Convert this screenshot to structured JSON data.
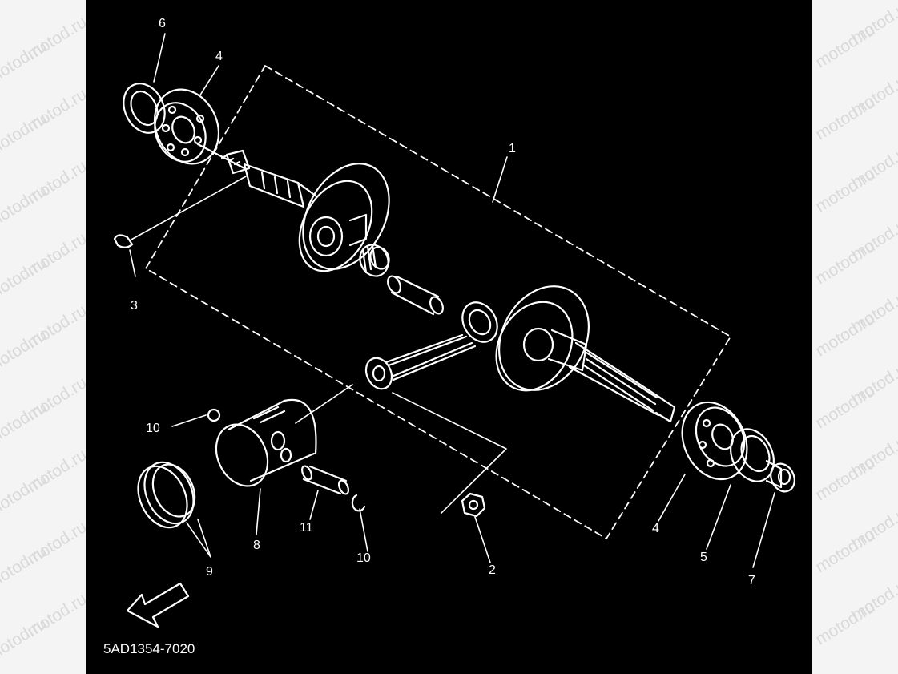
{
  "watermark": "motod.ru",
  "diagram": {
    "callouts": [
      {
        "id": "c6",
        "label": "6"
      },
      {
        "id": "c4a",
        "label": "4"
      },
      {
        "id": "c1",
        "label": "1"
      },
      {
        "id": "c3",
        "label": "3"
      },
      {
        "id": "c10a",
        "label": "10"
      },
      {
        "id": "c8",
        "label": "8"
      },
      {
        "id": "c11",
        "label": "11"
      },
      {
        "id": "c10b",
        "label": "10"
      },
      {
        "id": "c9",
        "label": "9"
      },
      {
        "id": "c2",
        "label": "2"
      },
      {
        "id": "c4b",
        "label": "4"
      },
      {
        "id": "c5",
        "label": "5"
      },
      {
        "id": "c7",
        "label": "7"
      }
    ],
    "fwd_label": "FWD",
    "part_code": "5AD1354-7020"
  },
  "colors": {
    "background": "#000000",
    "line": "#ffffff",
    "margin": "#f4f4f4",
    "watermark": "#d9d9d9"
  }
}
